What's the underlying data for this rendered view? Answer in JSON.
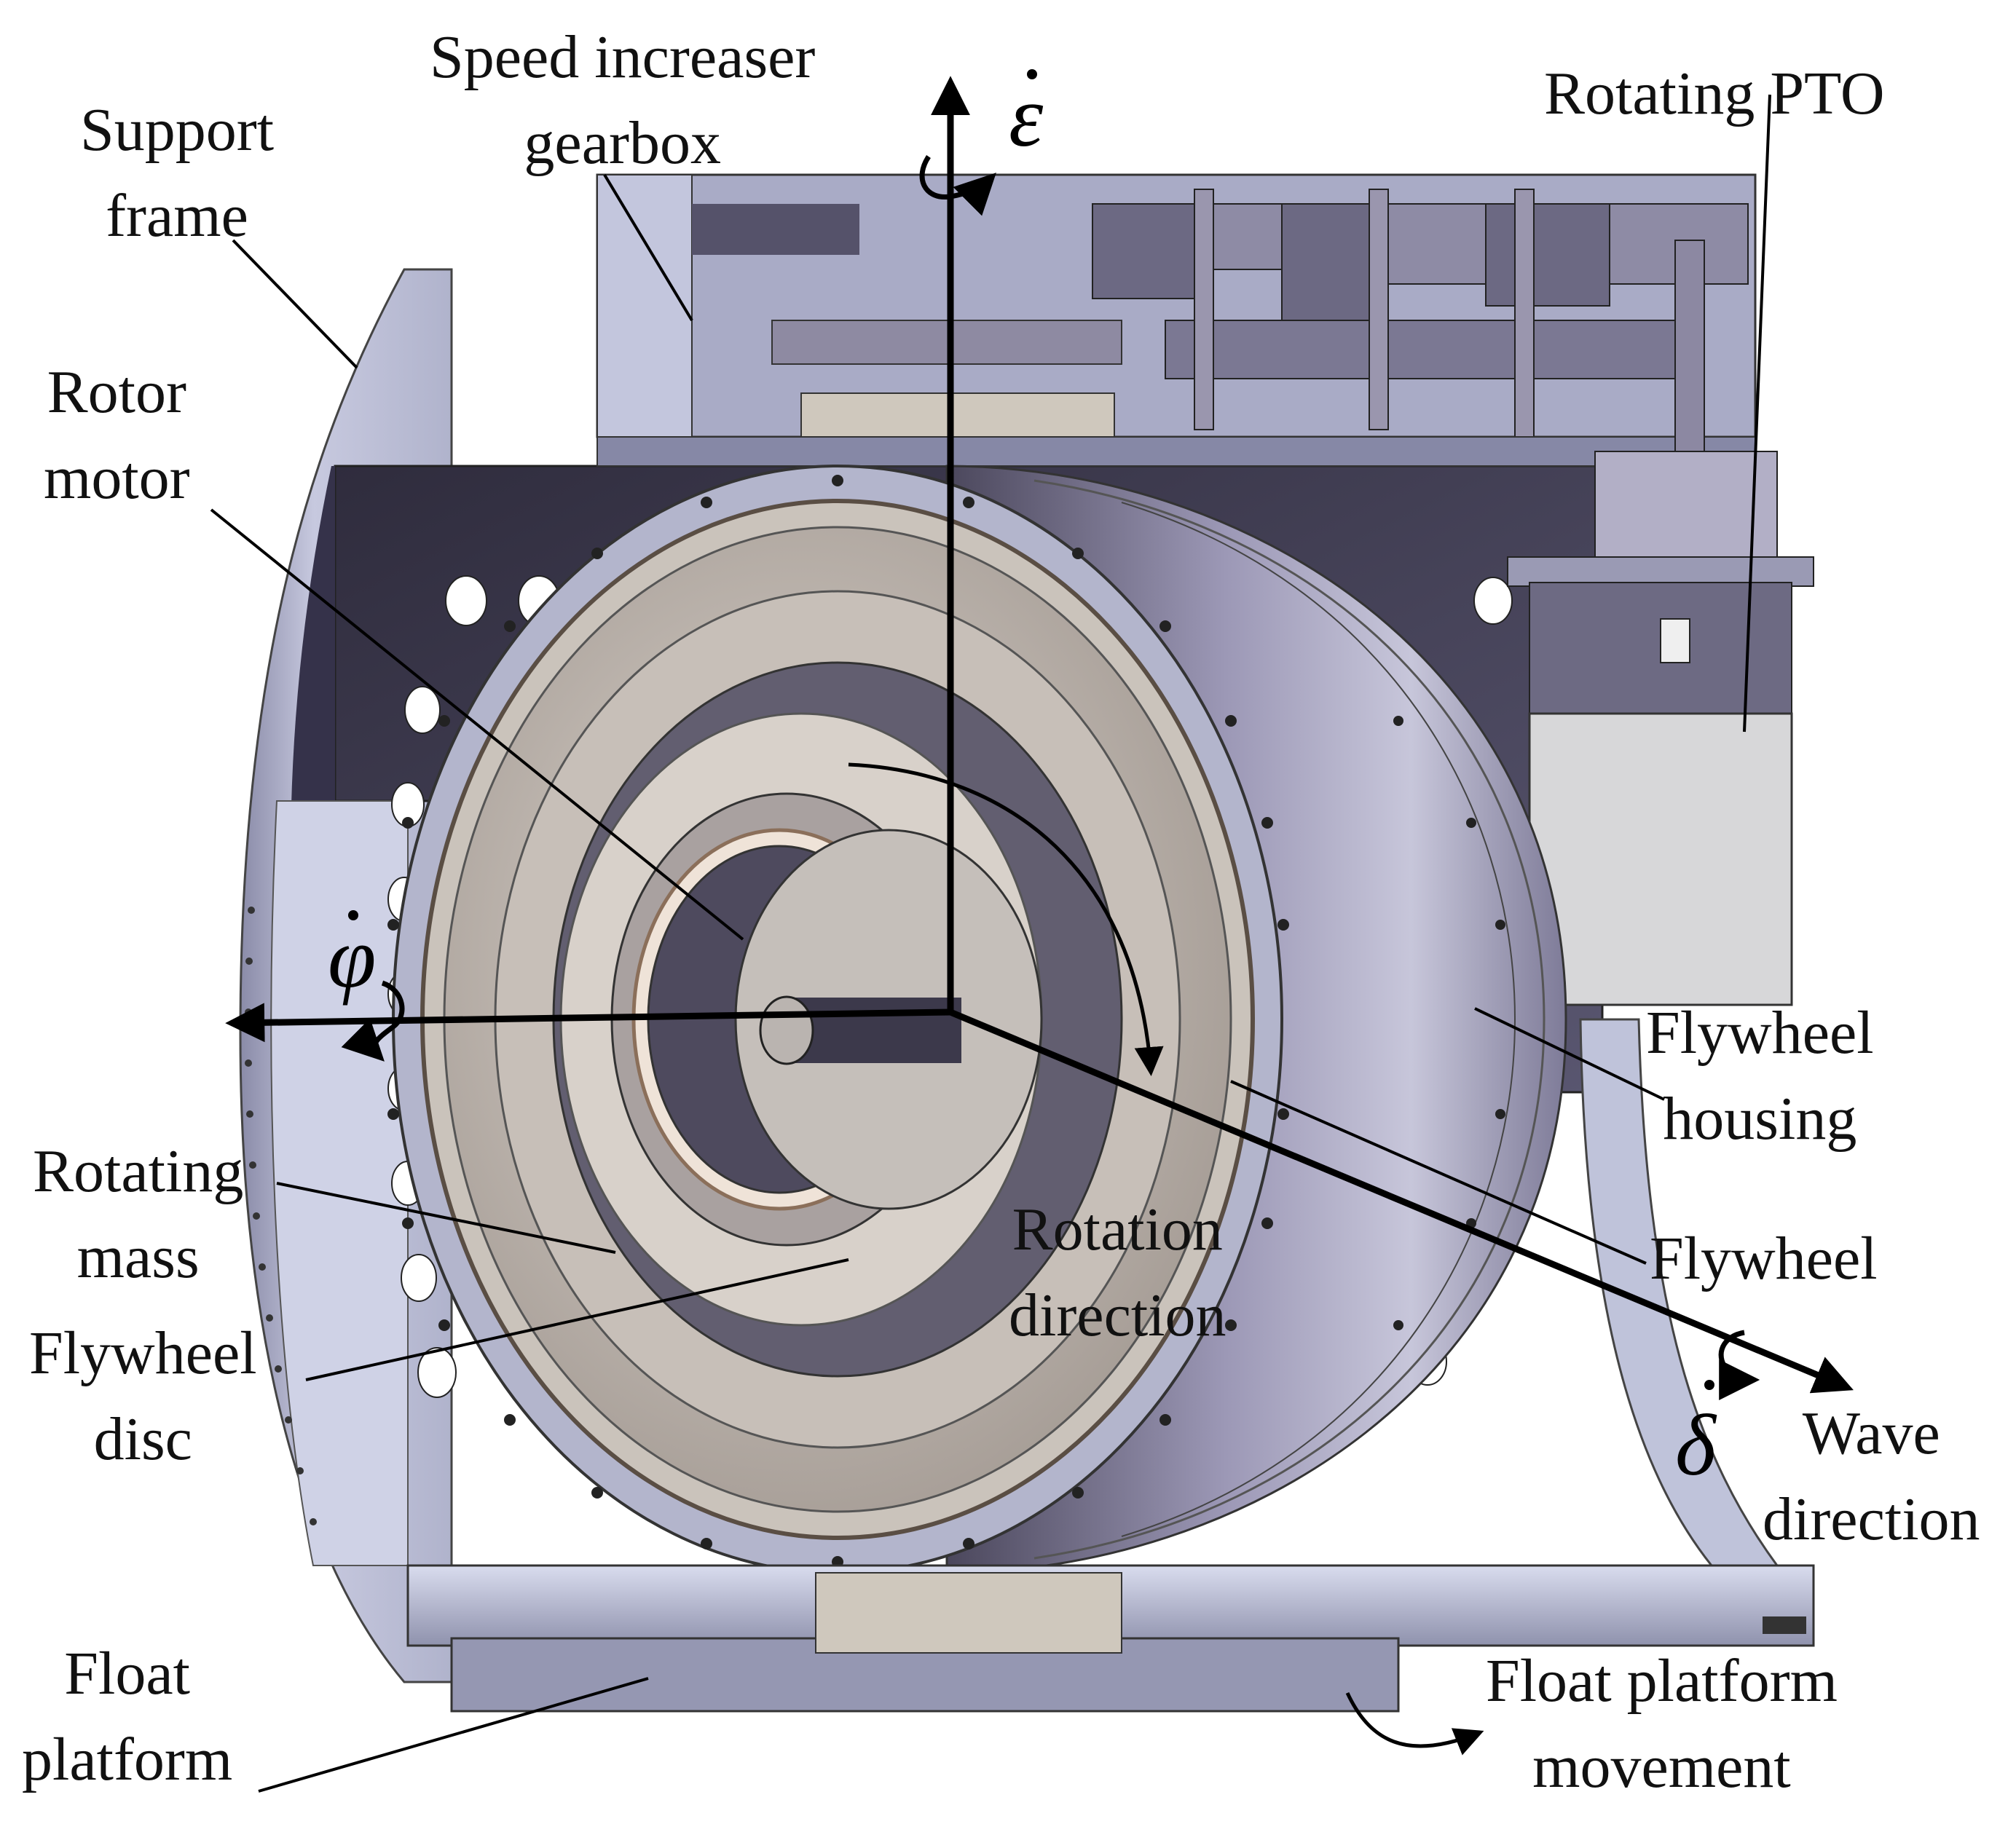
{
  "labels": {
    "speed_increaser": "Speed increaser\ngearbox",
    "rotating_pto": "Rotating PTO",
    "support_frame": "Support\nframe",
    "rotor_motor": "Rotor\nmotor",
    "flywheel_housing": "Flywheel\nhousing",
    "rotating_mass": "Rotating\nmass",
    "rotation_direction": "Rotation\ndirection",
    "flywheel": "Flywheel",
    "flywheel_disc": "Flywheel\ndisc",
    "wave_direction": "Wave\ndirection",
    "float_platform": "Float\nplatform",
    "float_platform_movement": "Float platform\nmovement"
  },
  "symbols": {
    "epsilon": "ε",
    "phi": "φ",
    "delta": "δ"
  },
  "colors": {
    "housing": "#a6a9c4",
    "frame_dark": "#3e3b4e",
    "frame_light": "#c3c6dc",
    "disc": "#c9c0b8",
    "pto_box": "#d6d6d8",
    "axis": "#000000"
  }
}
